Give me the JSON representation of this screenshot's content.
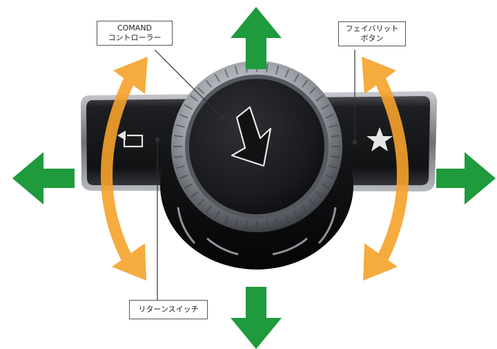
{
  "labels": {
    "comand_line1": "COMAND",
    "comand_line2": "コントローラー",
    "favorite_line1": "フェイバリット",
    "favorite_line2": "ボタン",
    "return_switch": "リターンスイッチ"
  },
  "icons": {
    "return": "return-arrow-icon",
    "favorite": "star-icon",
    "press": "press-down-arrow-icon"
  },
  "colors": {
    "direction_arrow": "#1f9a3c",
    "rotation_arrow": "#f6a22b",
    "bezel": "#1a1a1a",
    "knob_ring": "#9a9fa6",
    "knob_face": "#191a1d",
    "callout_line": "#333333",
    "label_border": "#555555"
  }
}
